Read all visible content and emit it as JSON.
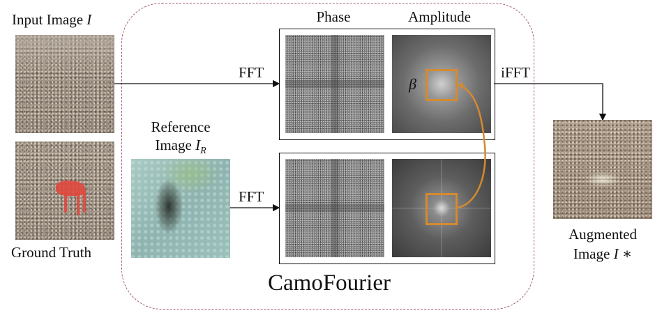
{
  "figure": {
    "input_image": {
      "label": "Input Image ",
      "symbol": "I"
    },
    "ground_truth": {
      "label": "Ground Truth"
    },
    "reference_image": {
      "label_line1": "Reference",
      "label_line2": "Image ",
      "symbol": "I",
      "subscript": "R"
    },
    "augmented_image": {
      "label_line1": "Augmented",
      "label_line2": "Image ",
      "symbol": "I",
      "suffix": " ∗"
    },
    "column_headers": {
      "phase": "Phase",
      "amplitude": "Amplitude"
    },
    "arrows": {
      "fft_top": "FFT",
      "fft_bottom": "FFT",
      "ifft": "iFFT"
    },
    "beta_symbol": "β",
    "module_title": "CamoFourier",
    "colors": {
      "dashed_border": "#a65b72",
      "beta_box": "#d58a30",
      "mask": "#e0483e",
      "line": "#111111"
    }
  }
}
